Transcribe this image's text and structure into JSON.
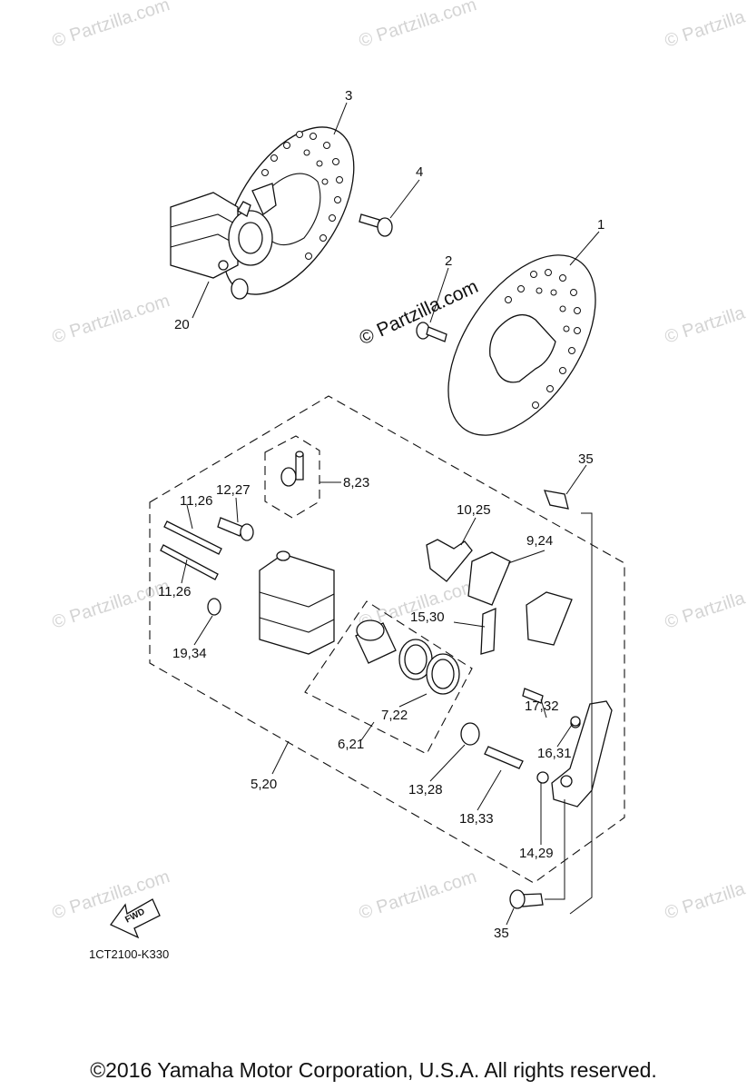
{
  "watermarks": {
    "small": "© Partzilla.com",
    "main": "© Partzilla.com"
  },
  "callouts": {
    "c1": "1",
    "c2": "2",
    "c3": "3",
    "c4": "4",
    "c20": "20",
    "c35a": "35",
    "c35b": "35",
    "c8_23": "8,23",
    "c12_27": "12,27",
    "c11_26a": "11,26",
    "c11_26b": "11,26",
    "c10_25": "10,25",
    "c9_24": "9,24",
    "c15_30": "15,30",
    "c19_34": "19,34",
    "c7_22": "7,22",
    "c6_21": "6,21",
    "c17_32": "17,32",
    "c16_31": "16,31",
    "c13_28": "13,28",
    "c18_33": "18,33",
    "c5_20": "5,20",
    "c14_29": "14,29"
  },
  "fwd_label": "FWD",
  "diagram_code": "1CT2100-K330",
  "copyright": "©2016  Yamaha Motor Corporation, U.S.A. All rights reserved."
}
